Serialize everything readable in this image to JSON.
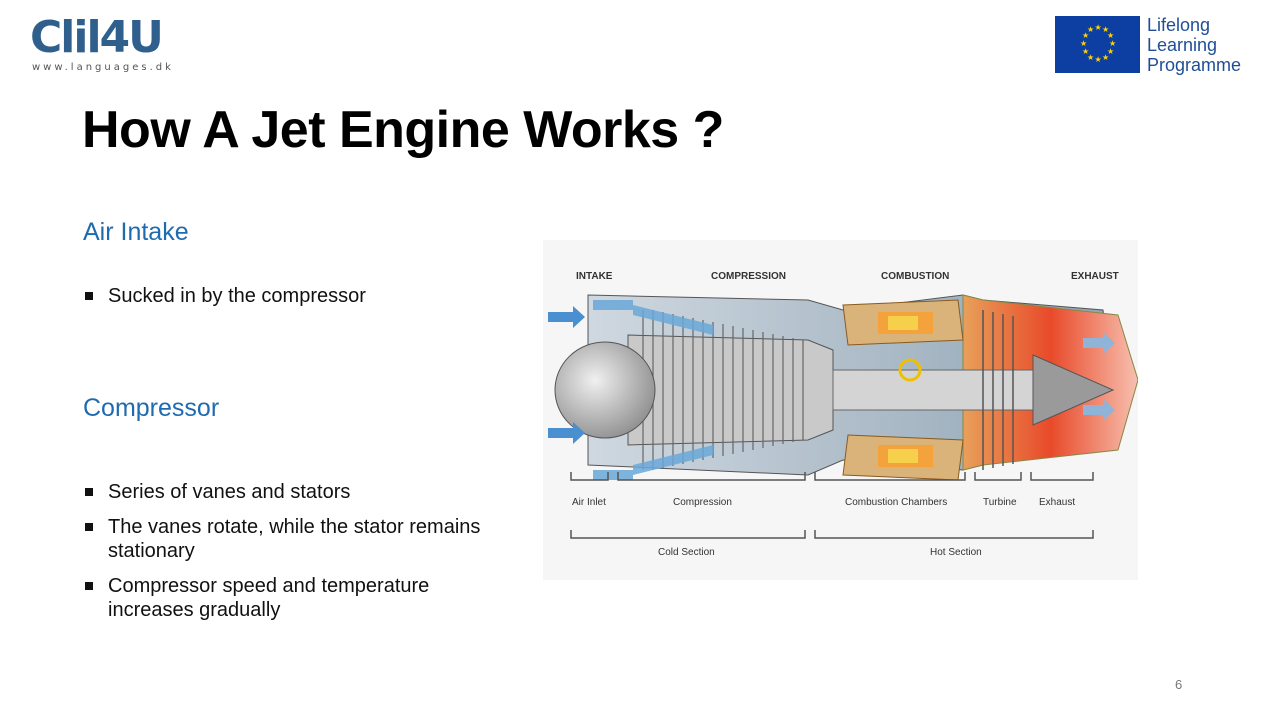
{
  "logos": {
    "clil_word": "Clil4U",
    "clil_url": "www.languages.dk",
    "llp_lines": [
      "Lifelong",
      "Learning",
      "Programme"
    ]
  },
  "slide": {
    "title": "How A Jet Engine Works ?",
    "sections": [
      {
        "heading": "Air Intake",
        "bullets": [
          "Sucked in by the compressor"
        ]
      },
      {
        "heading": "Compressor",
        "bullets": [
          "Series of vanes and stators",
          "The vanes rotate, while the stator remains stationary",
          "Compressor speed and temperature  increases gradually"
        ]
      }
    ],
    "page_number": "6"
  },
  "diagram": {
    "stage_labels": [
      "INTAKE",
      "COMPRESSION",
      "COMBUSTION",
      "EXHAUST"
    ],
    "section_labels": [
      "Air Inlet",
      "Compression",
      "Combustion Chambers",
      "Turbine",
      "Exhaust"
    ],
    "zone_labels": [
      "Cold Section",
      "Hot Section"
    ]
  }
}
